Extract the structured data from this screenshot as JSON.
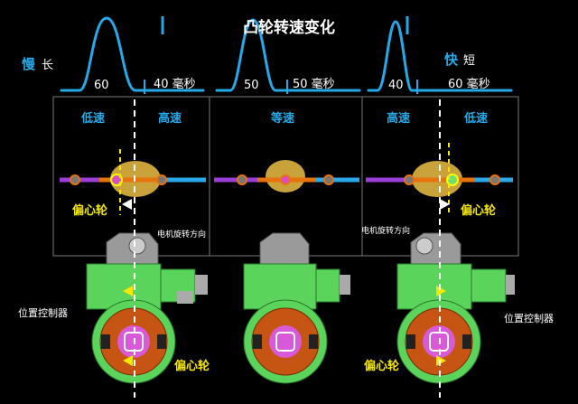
{
  "title": "凸轮转速变化",
  "speed_scale": {
    "slow": "慢",
    "long": "长",
    "fast": "快",
    "short": "短"
  },
  "pulses": [
    {
      "duration_a": "60",
      "duration_b": "40 毫秒"
    },
    {
      "duration_a": "50",
      "duration_b": "50 毫秒"
    },
    {
      "duration_a": "40",
      "duration_b": "60 毫秒"
    }
  ],
  "panels": [
    {
      "left": "低速",
      "right": "高速"
    },
    {
      "center": "等速"
    },
    {
      "left": "高速",
      "right": "低速"
    }
  ],
  "labels": {
    "eccentric_left": "偏心轮",
    "eccentric_right": "偏心轮",
    "eccentric_bottom_left": "偏心轮",
    "eccentric_bottom_right": "偏心轮",
    "motor_dir_left": "电机旋转方向",
    "motor_dir_right": "电机旋转方向",
    "position_controller_left": "位置控制器",
    "position_controller_right": "位置控制器"
  },
  "colors": {
    "accent_blue": "#25a9e8",
    "yellow": "#f5e800",
    "orange": "#e8720c",
    "green": "#5bd45b",
    "cam": "#c9a23a"
  }
}
